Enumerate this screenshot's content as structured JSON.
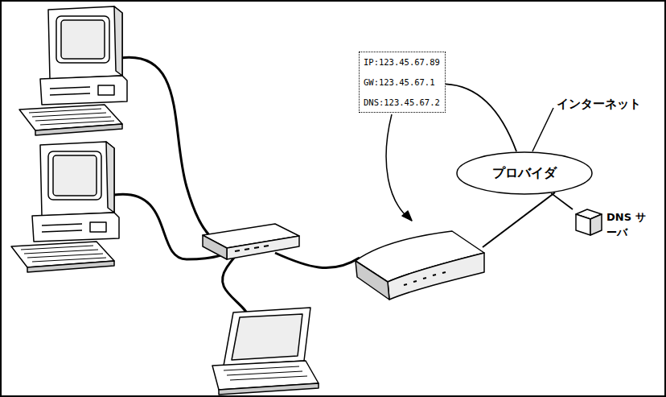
{
  "diagram": {
    "nodes": [
      {
        "text": [
          "IP:123.45.67.89",
          "GW:123.45.67.1",
          "DNS:123.45.67.2"
        ]
      },
      {
        "text": [
          "プロバイダ"
        ]
      },
      {
        "text": [
          "DNS サーバ"
        ]
      }
    ],
    "edges": [
      {
        "from": 0,
        "to": 1,
        "arrow": "none"
      },
      {
        "from": 1,
        "to": 2,
        "arrow": "none"
      }
    ],
    "labels": [
      "インターネット"
    ]
  }
}
